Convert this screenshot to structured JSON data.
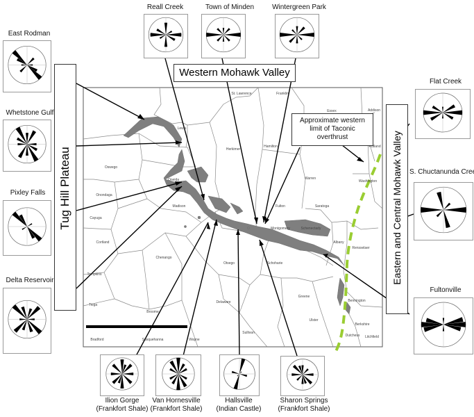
{
  "header": {
    "western_title": "Western Mohawk Valley"
  },
  "side_titles": {
    "west": "Tug Hill Plateau",
    "east": "Eastern and Central Mohawk Valley"
  },
  "annotation": {
    "taconic": "Approximate western limit of Taconic overthrust"
  },
  "counties": [
    "St. Lawrence",
    "Franklin",
    "Essex",
    "Addison",
    "Lewis",
    "Hamilton",
    "Herkimer",
    "Warren",
    "Rutland",
    "Oswego",
    "Washington",
    "Saratoga",
    "Oneida",
    "Fulton",
    "Onondaga",
    "Madison",
    "Montgomery",
    "Rensselaer",
    "Cayuga",
    "Schenectady",
    "Albany",
    "Cortland",
    "Otsego",
    "Schoharie",
    "Chenango",
    "Tompkins",
    "Greene",
    "Delaware",
    "Bennington",
    "Tioga",
    "Broome",
    "Berkshire",
    "Ulster",
    "Bradford",
    "Susquehanna",
    "Wayne",
    "Sullivan",
    "Dutchess",
    "Litchfield"
  ],
  "sites": {
    "east_rodman": "East Rodman",
    "whetstone_gulf": "Whetstone Gulf",
    "pixley_falls": "Pixley Falls",
    "delta_reservoir": "Delta Reservoir",
    "reall_creek": "Reall Creek",
    "town_of_minden": "Town of Minden",
    "wintergreen_park": "Wintergreen Park",
    "flat_creek": "Flat Creek",
    "s_chuctanunda_creek": "S. Chuctanunda Creek",
    "fultonville": "Fultonville",
    "ilion_gorge": {
      "name": "Ilion Gorge",
      "unit": "(Frankfort Shale)"
    },
    "van_hornesville": {
      "name": "Van Hornesville",
      "unit": "(Frankfort Shale)"
    },
    "hallsville": {
      "name": "Hallsville",
      "unit": "(Indian Castle)"
    },
    "sharon_springs": {
      "name": "Sharon Springs",
      "unit": "(Frankfort Shale)"
    }
  },
  "colors": {
    "outcrop": "#7f7f7f",
    "taconic_line": "#9acd32",
    "county_border": "#8a8a8a"
  }
}
